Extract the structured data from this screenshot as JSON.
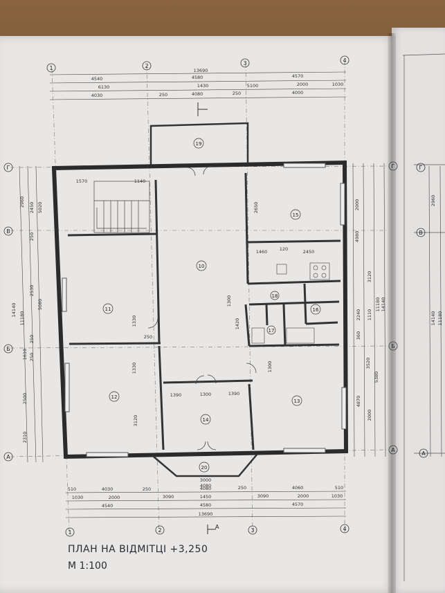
{
  "caption": {
    "title": "ПЛАН  НА  ВІДМІТЦІ  +3,250",
    "scale": "М 1:100"
  },
  "axes": {
    "columns": [
      "1",
      "2",
      "3",
      "4"
    ],
    "rows": [
      "Г",
      "В",
      "Б",
      "А"
    ],
    "right_page_rows": [
      "Г",
      "В",
      "А"
    ]
  },
  "rooms": [
    "10",
    "11",
    "12",
    "13",
    "14",
    "15",
    "16",
    "17",
    "18",
    "19",
    "20"
  ],
  "dims_top": {
    "overall": "13690",
    "row1": [
      "4540",
      "4580",
      "4570"
    ],
    "row2": [
      "6130",
      "1430",
      "5100",
      "2000",
      "1030"
    ],
    "row3": [
      "4030",
      "250",
      "4080",
      "250",
      "4000"
    ]
  },
  "dims_bottom": {
    "row1": [
      "510",
      "4030",
      "250",
      "4080",
      "250",
      "4060",
      "510"
    ],
    "row2": [
      "1030",
      "2000",
      "3090",
      "1450",
      "3090",
      "2000",
      "1030"
    ],
    "row3": [
      "4540",
      "4580",
      "4570"
    ],
    "overall": "13690",
    "bay": [
      "3000",
      "4080"
    ]
  },
  "dims_left": [
    "2960",
    "2450",
    "250",
    "2530",
    "250",
    "1610",
    "250",
    "2500",
    "2310",
    "5020",
    "5080",
    "14140",
    "11180"
  ],
  "dims_right": [
    "2000",
    "4980",
    "3120",
    "2240",
    "1110",
    "360",
    "3520",
    "5380",
    "4870",
    "2000",
    "14140",
    "11180"
  ],
  "dims_right_page": [
    "2960",
    "14140",
    "11180"
  ],
  "dims_inner": [
    "1570",
    "1140",
    "2650",
    "1460",
    "120",
    "2450",
    "1300",
    "1420",
    "1330",
    "1330",
    "3120",
    "1390",
    "1300",
    "1390",
    "1300",
    "250"
  ],
  "section_mark": "A"
}
